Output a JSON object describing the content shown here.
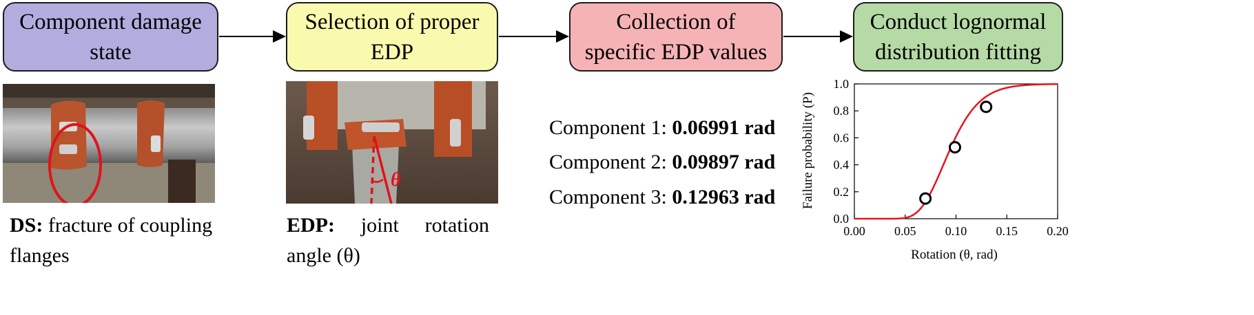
{
  "steps": [
    {
      "line1": "Component damage",
      "line2": "state",
      "color": "#b3addf"
    },
    {
      "line1": "Selection of proper",
      "line2": "EDP",
      "color": "#fafaae"
    },
    {
      "line1": "Collection of",
      "line2": "specific EDP values",
      "color": "#f6b3b6"
    },
    {
      "line1": "Conduct lognormal",
      "line2": "distribution fitting",
      "color": "#b6daa6"
    }
  ],
  "ds_caption": {
    "label": "DS:",
    "text1": "fracture of coupling",
    "text2": "flanges"
  },
  "edp_caption": {
    "label": "EDP:",
    "word1": "joint",
    "word2": "rotation",
    "text2": "angle (θ)"
  },
  "photo2_symbol": "θ",
  "components": [
    {
      "label": "Component 1:",
      "value": "0.06991 rad"
    },
    {
      "label": "Component 2:",
      "value": "0.09897 rad"
    },
    {
      "label": "Component 3:",
      "value": "0.12963 rad"
    }
  ],
  "chart_data": {
    "type": "line",
    "xlabel": "Rotation (θ, rad)",
    "ylabel": "Failure probability (P)",
    "xlim": [
      0,
      0.2
    ],
    "ylim": [
      0,
      1
    ],
    "xticks": [
      "0.00",
      "0.05",
      "0.10",
      "0.15",
      "0.20"
    ],
    "yticks": [
      "0.0",
      "0.2",
      "0.4",
      "0.6",
      "0.8",
      "1.0"
    ],
    "grid": false,
    "curve": {
      "median": 0.0933,
      "beta": 0.25,
      "color": "#e8141c"
    },
    "points": [
      {
        "x": 0.06991,
        "y": 0.15
      },
      {
        "x": 0.09897,
        "y": 0.53
      },
      {
        "x": 0.12963,
        "y": 0.83
      }
    ]
  }
}
